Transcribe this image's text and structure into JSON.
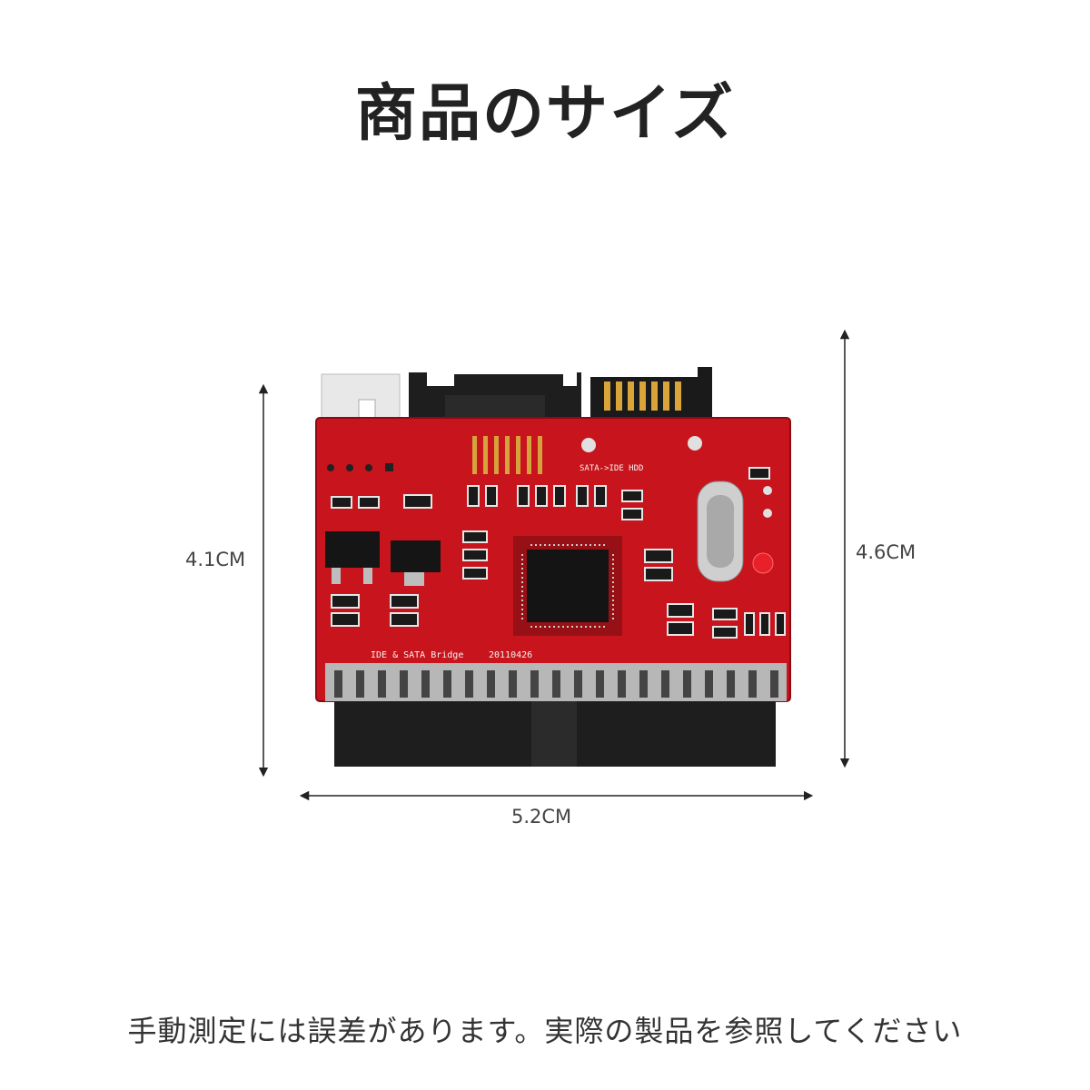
{
  "title": "商品のサイズ",
  "dimensions": {
    "left_height": "4.1CM",
    "right_height": "4.6CM",
    "width": "5.2CM"
  },
  "pcb_silkscreen": {
    "mode": "SATA->IDE HDD",
    "bridge": "IDE & SATA Bridge",
    "date": "20110426"
  },
  "note": "手動測定には誤差があります。実際の製品を参照してください",
  "colors": {
    "pcb": "#c8141c",
    "connector": "#1c1c1c",
    "text": "#222222"
  }
}
